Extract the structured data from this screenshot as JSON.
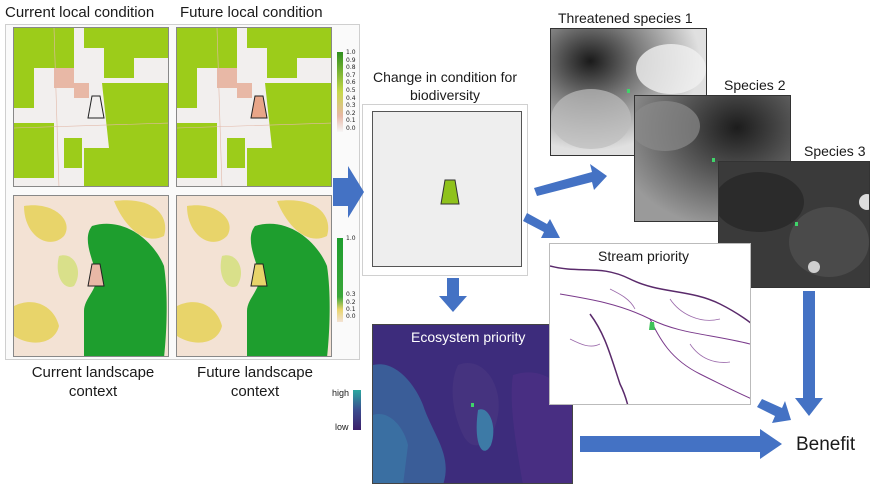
{
  "headers": {
    "current_local": "Current local condition",
    "future_local": "Future local condition",
    "current_landscape": "Current landscape context",
    "future_landscape": "Future landscape context",
    "change": "Change in condition for biodiversity",
    "threatened": "Threatened species 1",
    "species2": "Species 2",
    "species3": "Species 3",
    "stream": "Stream priority",
    "ecosystem": "Ecosystem priority",
    "benefit": "Benefit"
  },
  "legend_local": {
    "ticks": [
      "1.0",
      "0.9",
      "0.8",
      "0.7",
      "0.6",
      "0.5",
      "0.4",
      "0.3",
      "0.2",
      "0.1",
      "0.0"
    ]
  },
  "legend_landscape": {
    "ticks": [
      "1.0",
      "0.3",
      "0.2",
      "0.1",
      "0.0"
    ]
  },
  "legend_ecosystem": {
    "high": "high",
    "low": "low"
  },
  "colors": {
    "lime": "#9ccc1a",
    "green": "#1e9e2e",
    "salmon": "#e8b8a6",
    "yellow": "#e5d64a",
    "arrow": "#4472c4",
    "eco_bg": "#3b2f7a",
    "eco_light": "#3a65a0"
  }
}
